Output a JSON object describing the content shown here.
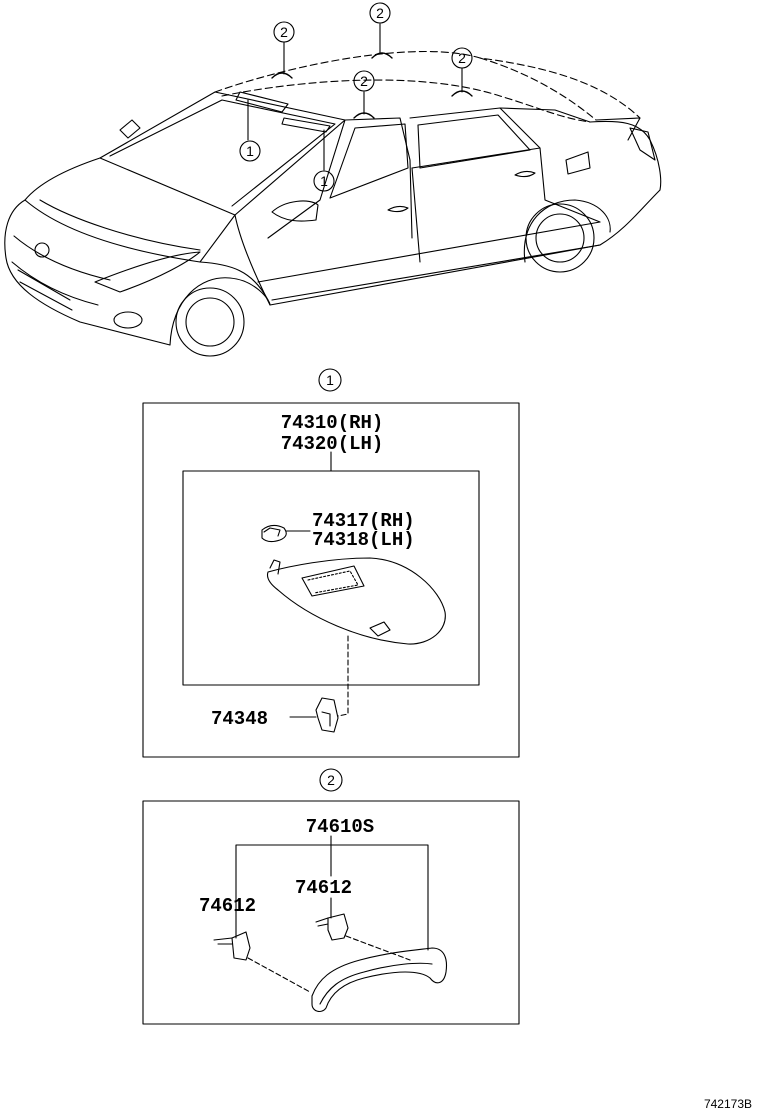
{
  "callouts": {
    "ref1": "1",
    "ref2": "2"
  },
  "section1": {
    "callout": "1",
    "part_main_rh": "74310(RH)",
    "part_main_lh": "74320(LH)",
    "part_holder_rh": "74317(RH)",
    "part_holder_lh": "74318(LH)",
    "part_clip": "74348"
  },
  "section2": {
    "callout": "2",
    "part_grip_assy": "74610S",
    "part_cover_left": "74612",
    "part_cover_right": "74612"
  },
  "figure_id": "742173B"
}
